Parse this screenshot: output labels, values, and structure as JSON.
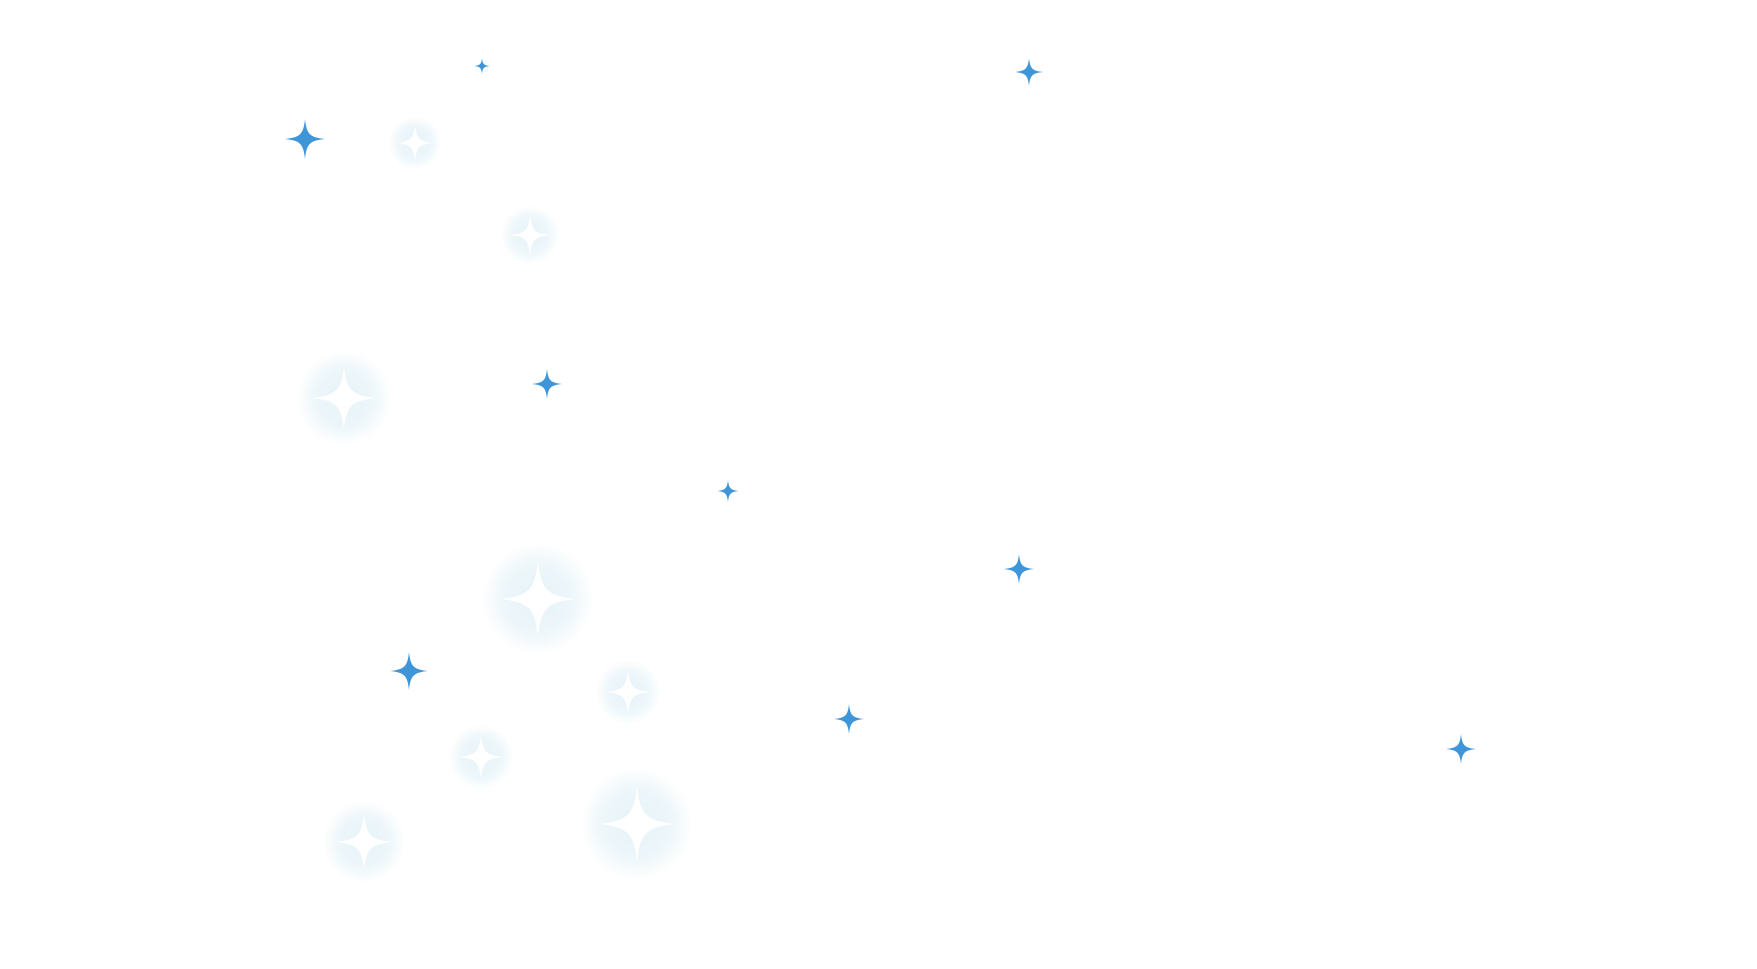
{
  "colors": {
    "background": "#ffffff",
    "sparkle_blue": "#3e95d8",
    "glow_tint": "#e6f3f8",
    "glow_core": "#ffffff"
  },
  "icons": {
    "blue": "four-point-star-icon",
    "faded": "glowing-four-point-star-icon"
  },
  "sparkles": [
    {
      "type": "blue"
    },
    {
      "type": "blue"
    },
    {
      "type": "blue"
    },
    {
      "type": "blue"
    },
    {
      "type": "blue"
    },
    {
      "type": "blue"
    },
    {
      "type": "blue"
    },
    {
      "type": "blue"
    },
    {
      "type": "blue"
    },
    {
      "type": "faded"
    },
    {
      "type": "faded"
    },
    {
      "type": "faded"
    },
    {
      "type": "faded"
    },
    {
      "type": "faded"
    },
    {
      "type": "faded"
    },
    {
      "type": "faded"
    },
    {
      "type": "faded"
    }
  ]
}
